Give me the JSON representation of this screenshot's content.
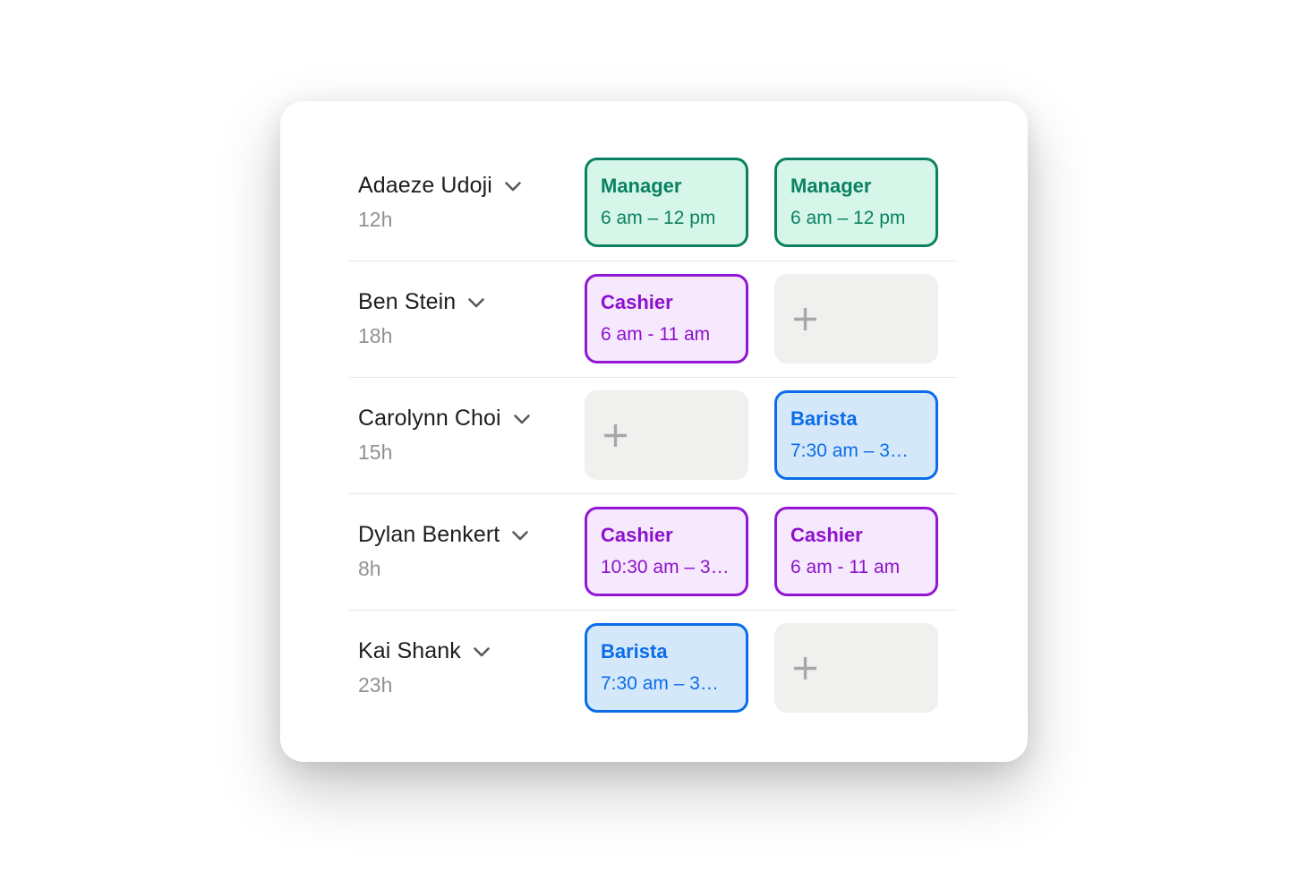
{
  "page": {
    "background": "#ffffff"
  },
  "schedule": {
    "rows": [
      {
        "employee": "Adaeze Udoji",
        "hours": "12h",
        "shifts": [
          {
            "type": "shift",
            "role": "Manager",
            "time": "6 am – 12 pm",
            "color": "green"
          },
          {
            "type": "shift",
            "role": "Manager",
            "time": "6 am – 12 pm",
            "color": "green"
          }
        ]
      },
      {
        "employee": "Ben Stein",
        "hours": "18h",
        "shifts": [
          {
            "type": "shift",
            "role": "Cashier",
            "time": "6 am - 11 am",
            "color": "purple"
          },
          {
            "type": "add"
          }
        ]
      },
      {
        "employee": "Carolynn Choi",
        "hours": "15h",
        "shifts": [
          {
            "type": "add"
          },
          {
            "type": "shift",
            "role": "Barista",
            "time": "7:30 am – 3…",
            "color": "blue"
          }
        ]
      },
      {
        "employee": "Dylan Benkert",
        "hours": "8h",
        "shifts": [
          {
            "type": "shift",
            "role": "Cashier",
            "time": "10:30 am – 3…",
            "color": "purple"
          },
          {
            "type": "shift",
            "role": "Cashier",
            "time": "6 am - 11 am",
            "color": "purple"
          }
        ]
      },
      {
        "employee": "Kai Shank",
        "hours": "23h",
        "shifts": [
          {
            "type": "shift",
            "role": "Barista",
            "time": "7:30 am – 3…",
            "color": "blue"
          },
          {
            "type": "add"
          }
        ]
      }
    ],
    "icons": {
      "expand": "chevron-down",
      "add_slot": "plus"
    },
    "colors": {
      "green": {
        "bg": "#d5f6e9",
        "border": "#0b8162",
        "text": "#0b8162"
      },
      "purple": {
        "bg": "#f6e9fd",
        "border": "#9316d4",
        "text": "#8d11cc"
      },
      "blue": {
        "bg": "#d5e8fa",
        "border": "#0b6ce8",
        "text": "#0b6ce8"
      },
      "placeholder": {
        "bg": "#f0f0ef",
        "plus": "#a7a7a7"
      },
      "divider": "#e8e8ea",
      "name_text": "#1e1e21",
      "hours_text": "#919195",
      "chevron": "#58585c"
    }
  }
}
